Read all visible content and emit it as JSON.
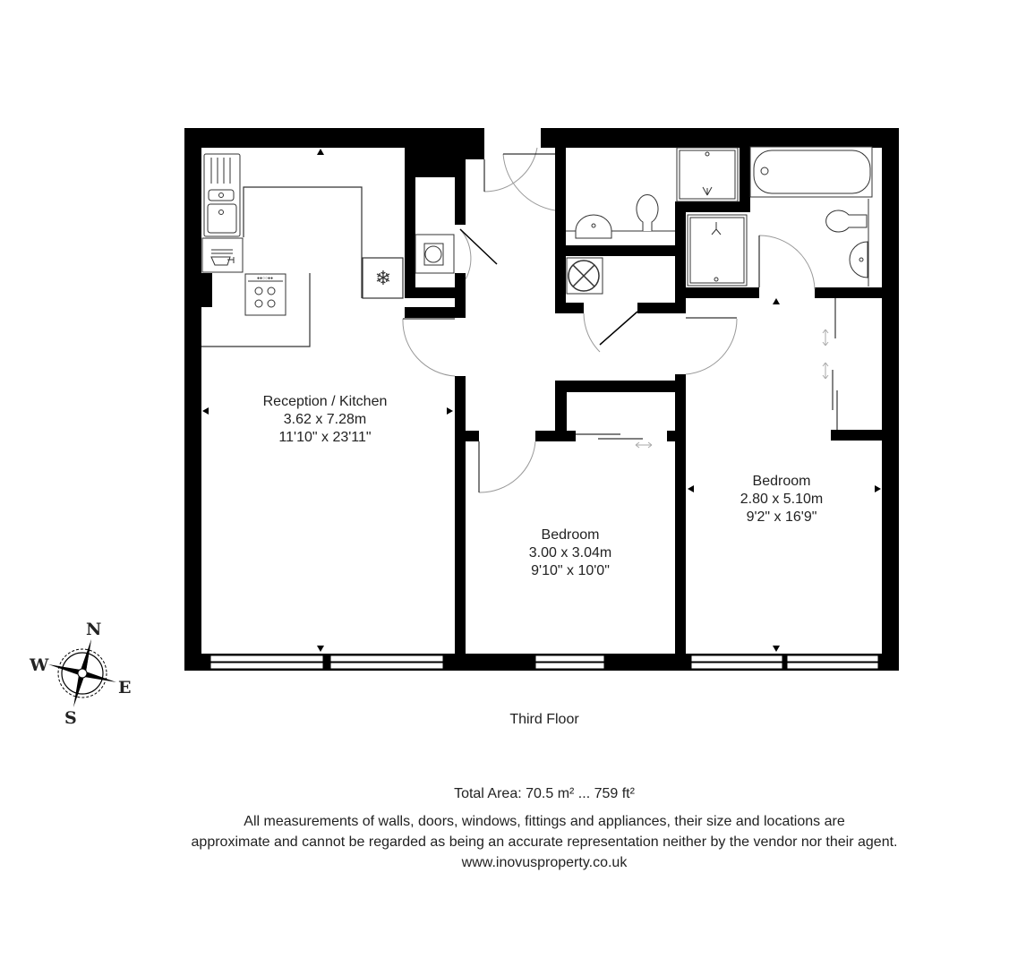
{
  "floor_label": "Third Floor",
  "rooms": [
    {
      "name": "Reception / Kitchen",
      "metric": "3.62 x 7.28m",
      "imperial": "11'10\" x 23'11\""
    },
    {
      "name": "Bedroom",
      "metric": "3.00 x 3.04m",
      "imperial": "9'10\" x 10'0\""
    },
    {
      "name": "Bedroom",
      "metric": "2.80 x 5.10m",
      "imperial": "9'2\" x 16'9\""
    }
  ],
  "fixtures": {
    "kitchen": [
      "sink-drainer",
      "dishwasher",
      "hob",
      "fridge-freezer"
    ],
    "cupboard": [
      "washing-machine",
      "boiler"
    ],
    "shower_room": [
      "shower",
      "basin",
      "wc"
    ],
    "bathroom": [
      "bath",
      "shower",
      "wc",
      "basin"
    ]
  },
  "compass": {
    "north": "N",
    "south": "S",
    "east": "E",
    "west": "W"
  },
  "footer": {
    "total_area": "Total Area: 70.5 m² ... 759 ft²",
    "disclaimer_line1": "All measurements of walls, doors, windows, fittings and appliances, their size and locations are",
    "disclaimer_line2": "approximate and cannot be regarded as being an accurate representation neither by the vendor nor their agent.",
    "website": "www.inovusproperty.co.uk"
  },
  "colors": {
    "wall": "#000000",
    "door_arc": "#999999",
    "text": "#222222"
  }
}
